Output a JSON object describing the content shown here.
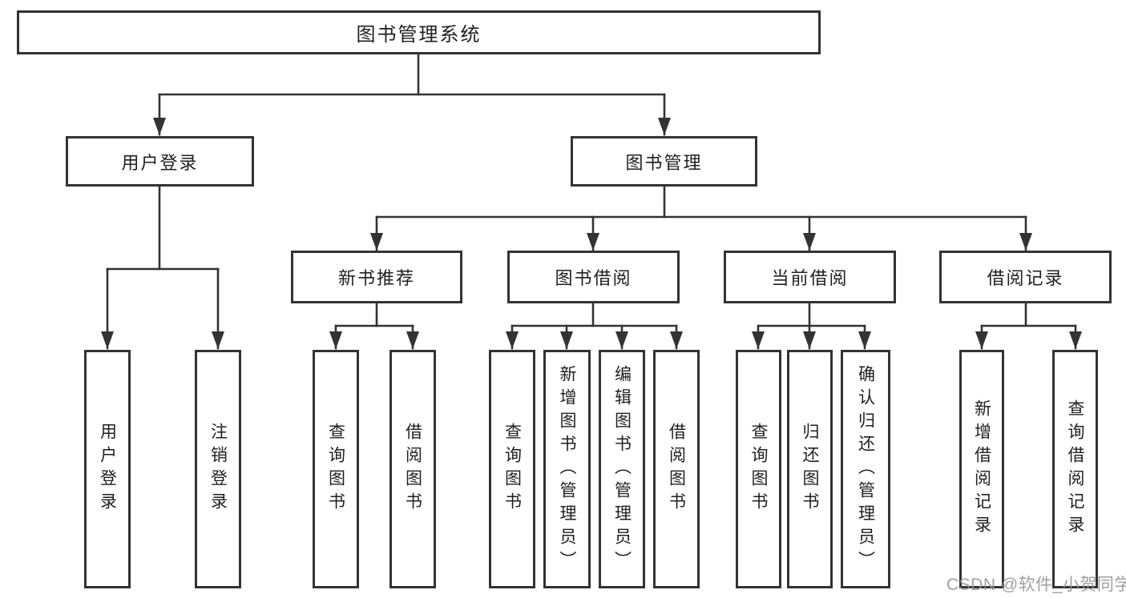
{
  "diagram_title": "图书管理系统",
  "nodes": {
    "root": {
      "label": "图书管理系统"
    },
    "user_login": {
      "label": "用户登录"
    },
    "book_mgmt": {
      "label": "图书管理"
    },
    "new_book_rec": {
      "label": "新书推荐"
    },
    "book_borrow": {
      "label": "图书借阅"
    },
    "current_borrow": {
      "label": "当前借阅"
    },
    "borrow_record": {
      "label": "借阅记录"
    },
    "leaf_user_login": {
      "label": "用户登录"
    },
    "leaf_logout": {
      "label": "注销登录"
    },
    "leaf_query_book_newrec": {
      "label": "查询图书"
    },
    "leaf_borrow_book_newrec": {
      "label": "借阅图书"
    },
    "leaf_query_book_borrow": {
      "label": "查询图书"
    },
    "leaf_add_book_admin": {
      "label": "新增图书（管理员）"
    },
    "leaf_edit_book_admin": {
      "label": "编辑图书（管理员）"
    },
    "leaf_borrow_book_borrow": {
      "label": "借阅图书"
    },
    "leaf_query_book_current": {
      "label": "查询图书"
    },
    "leaf_return_book": {
      "label": "归还图书"
    },
    "leaf_confirm_return_admin": {
      "label": "确认归还（管理员）"
    },
    "leaf_add_borrow_record": {
      "label": "新增借阅记录"
    },
    "leaf_query_borrow_record": {
      "label": "查询借阅记录"
    }
  },
  "watermark": {
    "text": "CSDN @软件_小贺同学"
  },
  "colors": {
    "line": "#333333",
    "box_border": "#333333",
    "text": "#1f1f1f",
    "watermark": "#94949c",
    "background": "#ffffff"
  }
}
